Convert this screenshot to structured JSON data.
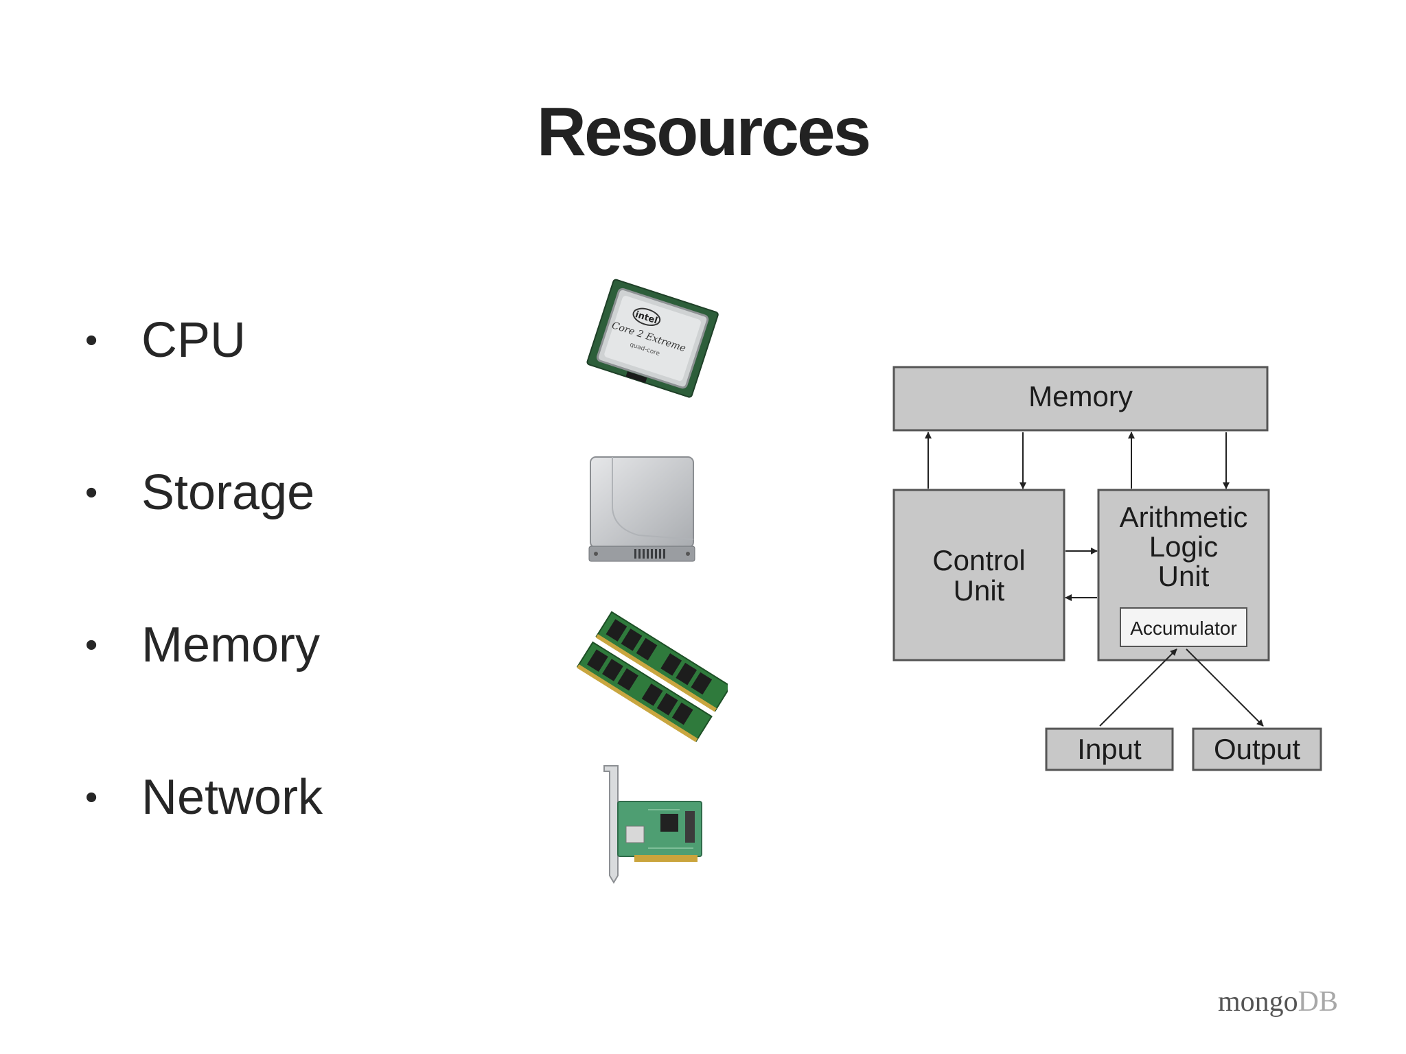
{
  "slide": {
    "title": "Resources",
    "bullets": [
      {
        "label": "CPU",
        "icon": "cpu-chip-icon"
      },
      {
        "label": "Storage",
        "icon": "hard-drive-icon"
      },
      {
        "label": "Memory",
        "icon": "ram-module-icon"
      },
      {
        "label": "Network",
        "icon": "network-card-icon"
      }
    ],
    "bullet_glyph": "•",
    "cpu_chip_text": [
      "intel",
      "Core 2 Extreme",
      "quad-core"
    ]
  },
  "diagram": {
    "memory": "Memory",
    "control_unit": [
      "Control",
      "Unit"
    ],
    "alu": [
      "Arithmetic",
      "Logic",
      "Unit"
    ],
    "accumulator": "Accumulator",
    "input": "Input",
    "output": "Output",
    "colors": {
      "box_fill": "#c8c8c8",
      "box_stroke": "#555555",
      "inner_fill": "#f4f4f4"
    }
  },
  "footer": {
    "logo_mongo": "mongo",
    "logo_db": "DB"
  }
}
